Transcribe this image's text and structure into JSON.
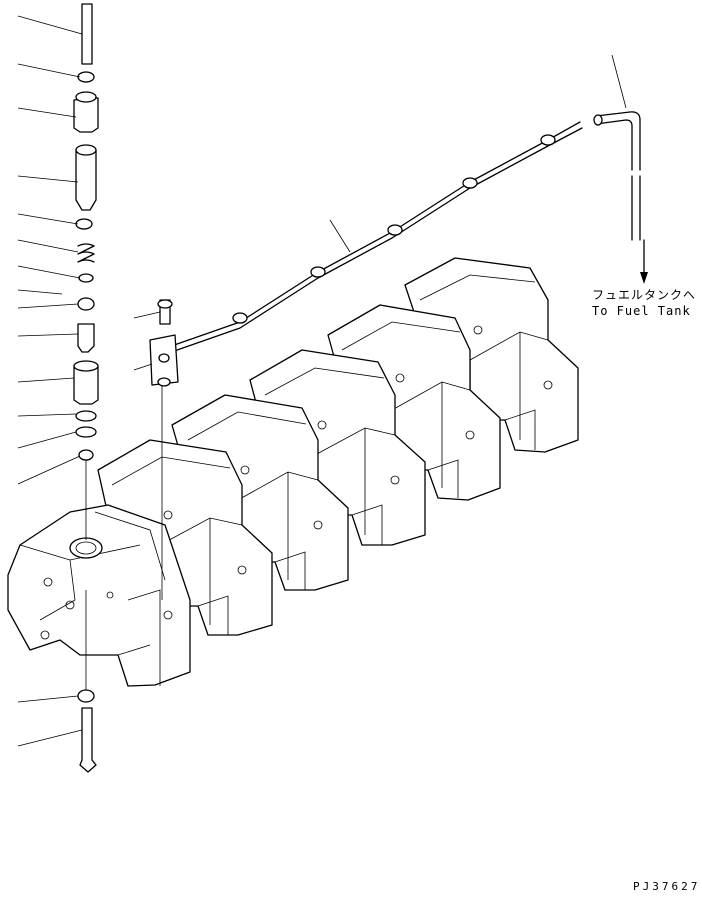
{
  "annotations": {
    "fuel_tank_jp": "フュエルタンクへ",
    "fuel_tank_en": "To Fuel Tank",
    "drawing_code": "PJ37627"
  },
  "colors": {
    "line": "#000000",
    "background": "#ffffff"
  }
}
